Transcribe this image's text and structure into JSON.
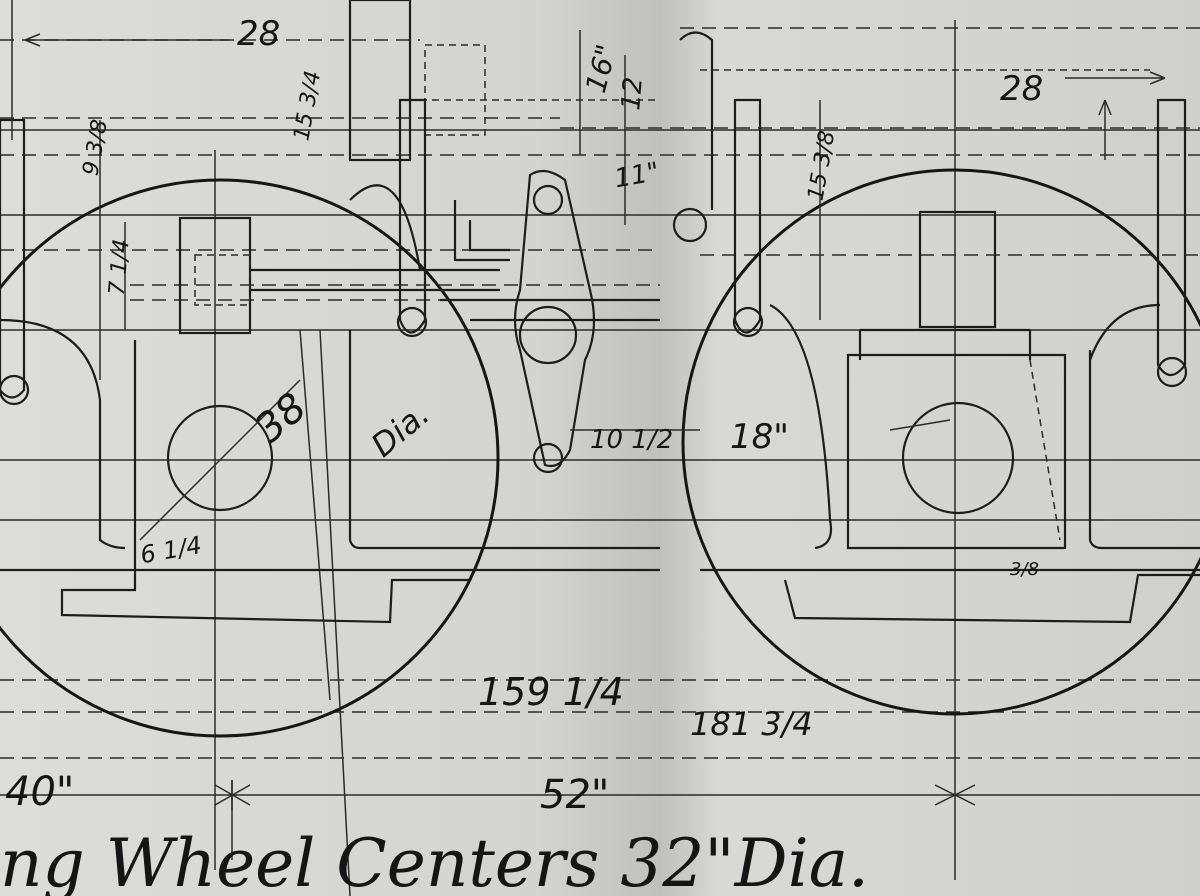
{
  "drawing": {
    "title_text": "ng Wheel Centers 32\"Dia.",
    "dimensions": {
      "top_left_28": "28",
      "top_right_28": "28",
      "d_16": "16\"",
      "d_12": "12",
      "d_11": "11\"",
      "d_15_3_4_top": "15 3/4",
      "d_9_3_8": "9 3/8",
      "d_7_1_4": "7 1/4",
      "d_38": "38",
      "d_dia": "Dia.",
      "d_10_1_2": "10 1/2",
      "d_18": "18\"",
      "d_6_1_4": "6 1/4",
      "d_15_3_8": "15 3/8",
      "d_3_8": "3/8",
      "d_159_1_4": "159 1/4",
      "d_181_3_4": "181 3/4",
      "d_40": "40\"",
      "d_52": "52\""
    }
  }
}
